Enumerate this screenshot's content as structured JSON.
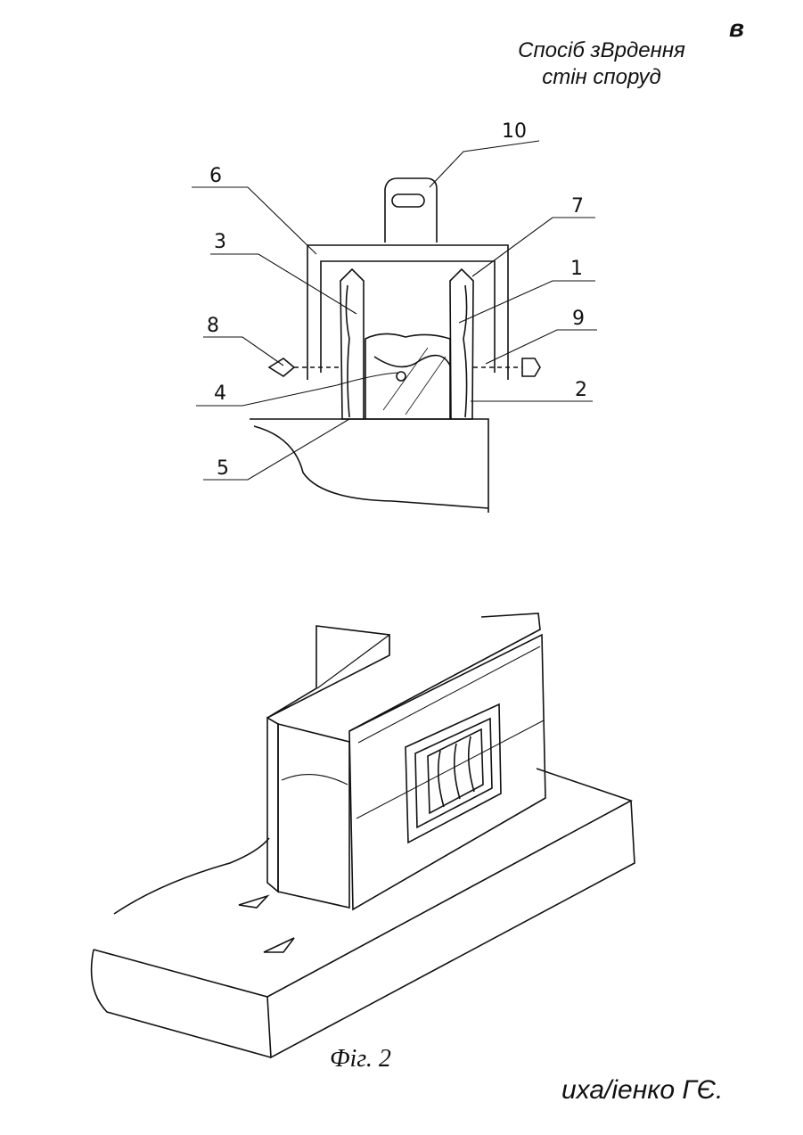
{
  "corner_mark": "в",
  "title": {
    "line1": "Спосіб зВрдення",
    "line2": "стін споруд"
  },
  "callouts": [
    "10",
    "6",
    "7",
    "3",
    "1",
    "8",
    "9",
    "4",
    "2",
    "5"
  ],
  "figure_caption": "Фіг. 2",
  "author": "иха/іенко ГЄ."
}
